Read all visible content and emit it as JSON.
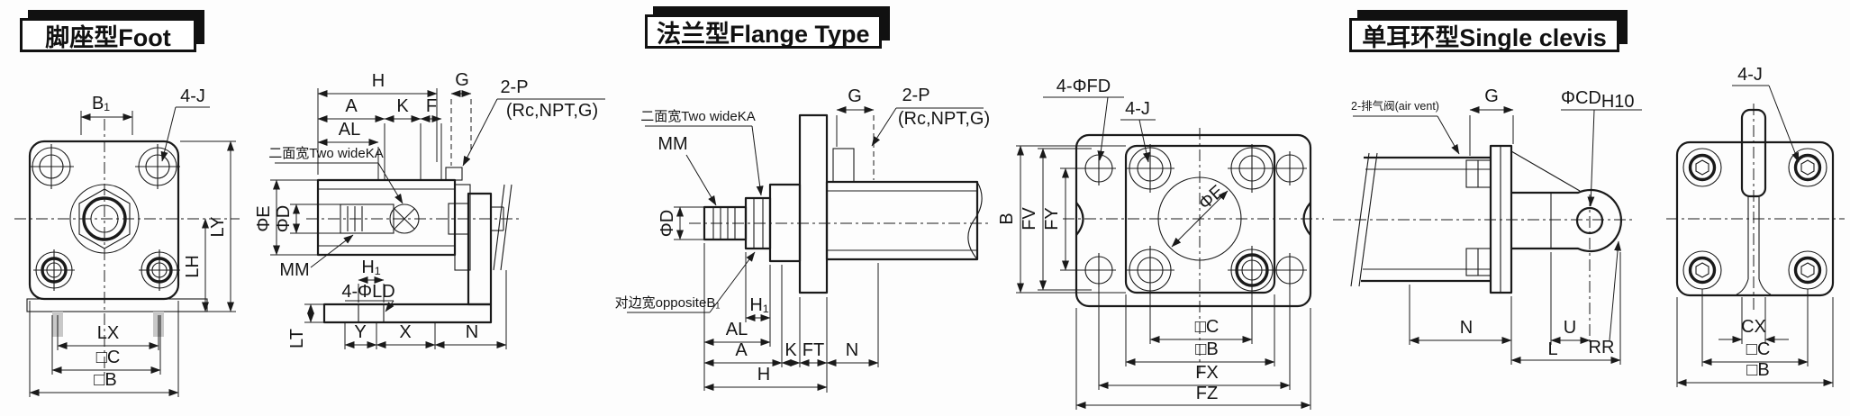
{
  "sections": {
    "foot": {
      "title": "脚座型Foot",
      "front": {
        "b1": "B₁",
        "j": "4-J",
        "ly": "LY",
        "lh": "LH",
        "lx": "LX",
        "c": "□C",
        "b": "□B"
      },
      "side": {
        "h": "H",
        "g": "G",
        "a": "A",
        "k": "K",
        "f": "F",
        "al": "AL",
        "port1": "2-P",
        "port2": "(Rc,NPT,G)",
        "flats": "二面宽Two wideKA",
        "phi_e": "ΦE",
        "phi_d": "ΦD",
        "mm": "MM",
        "h1": "H₁",
        "ld": "4-ΦLD",
        "lt": "LT",
        "y": "Y",
        "x": "X",
        "n": "N"
      }
    },
    "flange": {
      "title": "法兰型Flange Type",
      "side": {
        "mm": "MM",
        "flats": "二面宽Two wideKA",
        "phi_d": "ΦD",
        "opposite": "对边宽oppositeB₁",
        "h1": "H₁",
        "al": "AL",
        "a": "A",
        "k": "K",
        "ft": "FT",
        "n": "N",
        "h": "H",
        "g": "G",
        "port1": "2-P",
        "port2": "(Rc,NPT,G)"
      },
      "front": {
        "fd": "4-ΦFD",
        "j": "4-J",
        "b": "B",
        "fv": "FV",
        "fy": "FY",
        "phi_e": "ΦE",
        "c": "□C",
        "b_sq": "□B",
        "fx": "FX",
        "fz": "FZ"
      }
    },
    "clevis": {
      "title": "单耳环型Single clevis",
      "side": {
        "vent": "2-排气阀(air vent)",
        "g": "G",
        "cd": "ΦCD",
        "cd_tol": "H10",
        "n": "N",
        "u": "U",
        "l": "L",
        "rr": "RR"
      },
      "rear": {
        "j": "4-J",
        "cx": "CX",
        "c": "□C",
        "b": "□B"
      }
    }
  },
  "colors": {
    "line": "#1a1a1a",
    "background": "#fdfdfd"
  }
}
